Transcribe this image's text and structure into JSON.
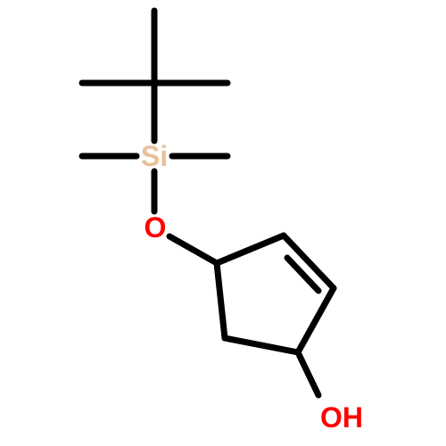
{
  "molecule": {
    "atoms": {
      "silicon": "Si",
      "oxygen_ether": "O",
      "hydroxyl": "OH"
    },
    "colors": {
      "silicon": "#e8bf9a",
      "oxygen": "#ff0000",
      "bond": "#000000"
    }
  }
}
